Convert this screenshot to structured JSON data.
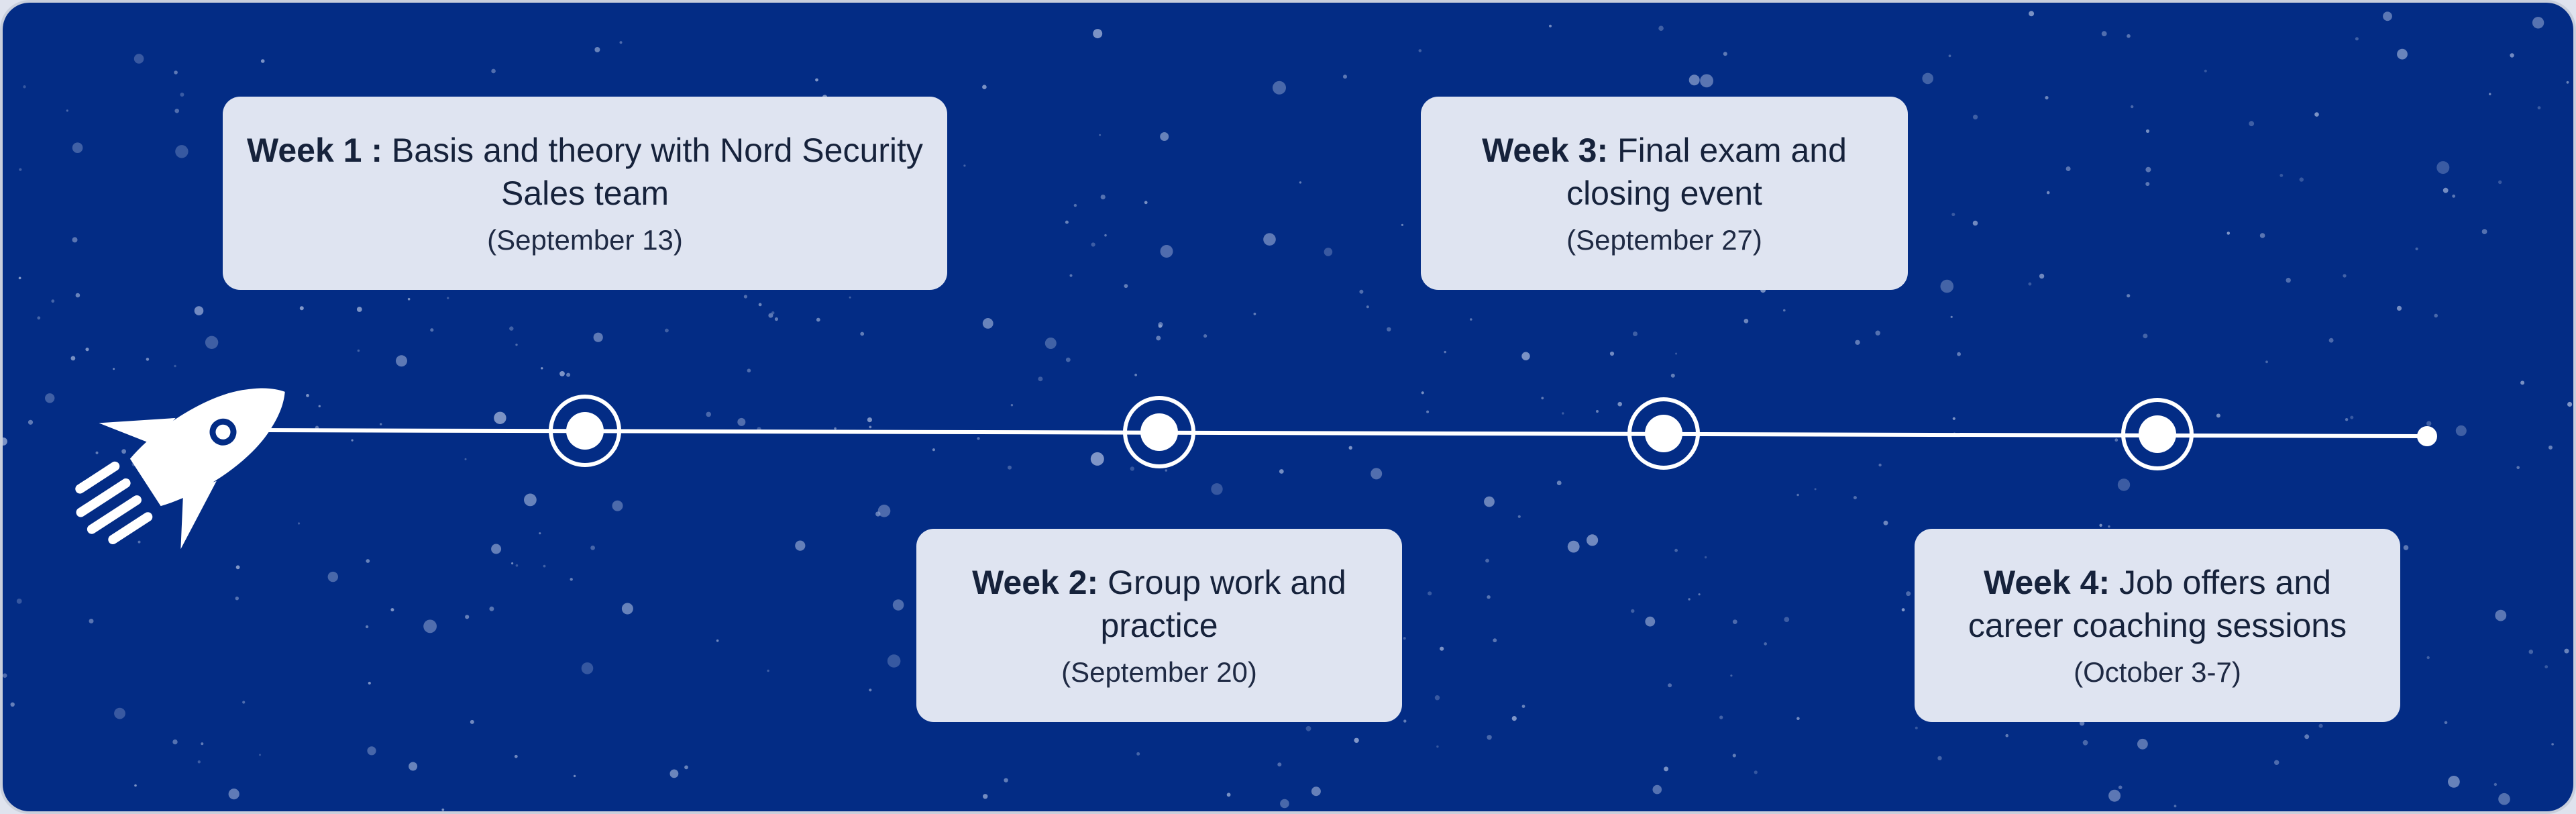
{
  "milestones": [
    {
      "week": "Week 1 :",
      "description": "Basis and theory with Nord Security Sales team",
      "date": "(September 13)"
    },
    {
      "week": "Week 2:",
      "description": "Group work and practice",
      "date": "(September 20)"
    },
    {
      "week": "Week 3:",
      "description": "Final exam and closing event",
      "date": "(September 27)"
    },
    {
      "week": "Week 4:",
      "description": "Job offers and career coaching sessions",
      "date": "(October 3-7)"
    }
  ],
  "icons": {
    "start": "rocket-icon",
    "milestone": "milestone-marker-icon",
    "end": "timeline-end-dot"
  },
  "colors": {
    "background": "#032c85",
    "card": "#dfe4f1",
    "line": "#ffffff",
    "star": "#8fa3cf"
  }
}
